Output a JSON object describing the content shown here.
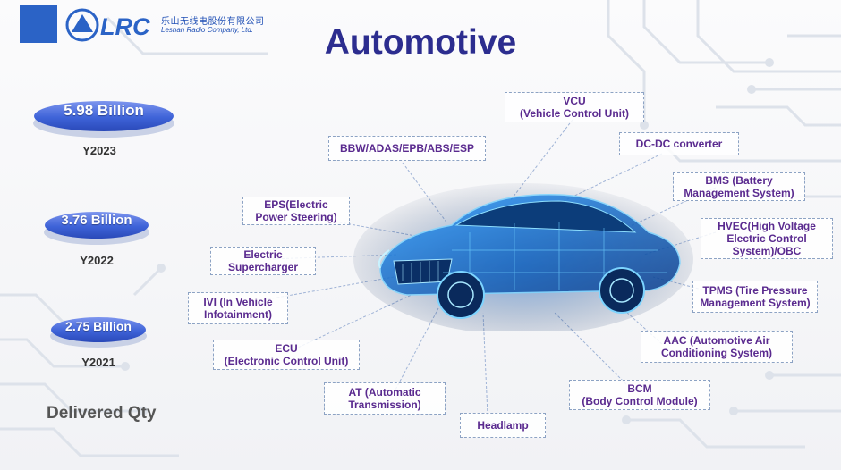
{
  "header": {
    "logo_text": "LRC",
    "company_cn": "乐山无线电股份有限公司",
    "company_en": "Leshan Radio Company, Ltd."
  },
  "title": "Automotive",
  "quantities": [
    {
      "value": "5.98 Billion",
      "year": "Y2023"
    },
    {
      "value": "3.76 Billion",
      "year": "Y2022"
    },
    {
      "value": "2.75 Billion",
      "year": "Y2021"
    }
  ],
  "delivered_label": "Delivered Qty",
  "applications": {
    "vcu": "VCU\n(Vehicle Control Unit)",
    "bbw": "BBW/ADAS/EPB/ABS/ESP",
    "dcdc": "DC-DC converter",
    "bms": "BMS (Battery\nManagement System)",
    "eps": "EPS(Electric\nPower Steering)",
    "hvec": "HVEC(High Voltage\nElectric Control\nSystem)/OBC",
    "supercharger": "Electric\nSupercharger",
    "tpms": "TPMS (Tire Pressure\nManagement System)",
    "ivi": "IVI (In Vehicle\nInfotainment)",
    "aac": "AAC (Automotive Air\nConditioning System)",
    "ecu": "ECU\n(Electronic Control Unit)",
    "bcm": "BCM\n(Body Control Module)",
    "at": "AT (Automatic\nTransmission)",
    "headlamp": "Headlamp"
  },
  "colors": {
    "title": "#2c2d8f",
    "brand_blue": "#2b63c6",
    "label_purple": "#5a2a8f",
    "pill_blue": "#3e63d8"
  }
}
